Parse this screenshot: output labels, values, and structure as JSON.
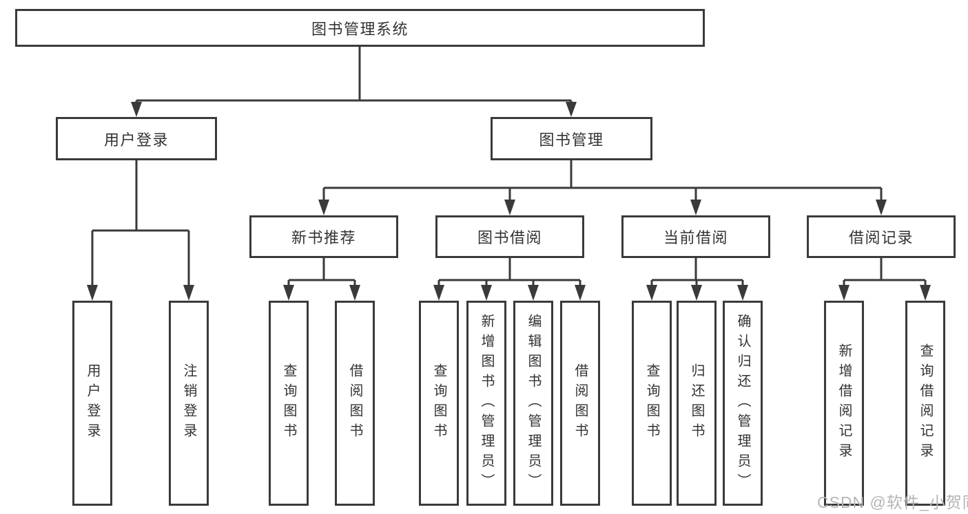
{
  "title": "图书管理系统",
  "level2": {
    "user_login": "用户登录",
    "book_mgmt": "图书管理"
  },
  "level3": {
    "new_book": "新书推荐",
    "borrow": "图书借阅",
    "current": "当前借阅",
    "records": "借阅记录"
  },
  "leaves": {
    "user_login": [
      "用户登录",
      "注销登录"
    ],
    "new_book": [
      "查询图书",
      "借阅图书"
    ],
    "borrow": [
      "查询图书",
      "新增图书（管理员）",
      "编辑图书（管理员）",
      "借阅图书"
    ],
    "current": [
      "查询图书",
      "归还图书",
      "确认归还（管理员）"
    ],
    "records": [
      "新增借阅记录",
      "查询借阅记录"
    ]
  },
  "watermark": {
    "text": "CSDN @软件_小贺同学"
  },
  "colors": {
    "line": "#3a3a3a",
    "text": "#333333",
    "watermark": "#b5b5b5",
    "background": "#ffffff"
  }
}
